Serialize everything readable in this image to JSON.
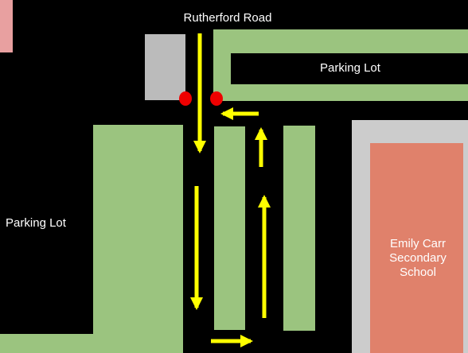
{
  "colors": {
    "road": "#000000",
    "grass": "#9bc47f",
    "pad": "#bbbbbb",
    "school": "#e0816b",
    "school_border": "#cccccc",
    "pink_strip": "#e8a0a0",
    "arrow": "#ffff00",
    "marker": "#ee0000",
    "label_on_dark": "#ffffff",
    "label_on_school": "#ffffff"
  },
  "labels": {
    "road": "Rutherford Road",
    "parking_lot_top": "Parking Lot",
    "parking_lot_left": "Parking Lot",
    "school": "Emily Carr\nSecondary\nSchool"
  },
  "icons": {
    "arrow": "arrow-icon",
    "marker": "stop-marker-icon"
  }
}
